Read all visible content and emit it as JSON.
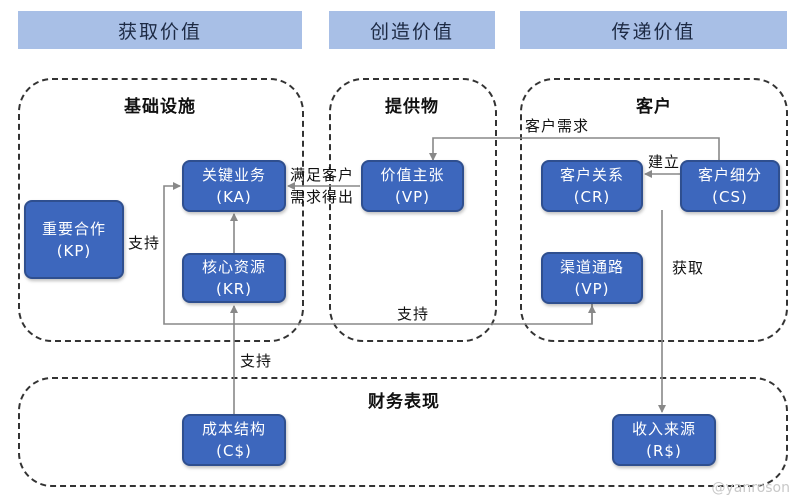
{
  "headers": {
    "get_value": "获取价值",
    "create_value": "创造价值",
    "deliver_value": "传递价值"
  },
  "regions": {
    "infrastructure": "基础设施",
    "offering": "提供物",
    "customer": "客户",
    "finance": "财务表现"
  },
  "boxes": {
    "ka": {
      "name": "关键业务",
      "code": "(KA)"
    },
    "kp": {
      "name": "重要合作",
      "code": "(KP)"
    },
    "kr": {
      "name": "核心资源",
      "code": "(KR)"
    },
    "vp": {
      "name": "价值主张",
      "code": "(VP)"
    },
    "cr": {
      "name": "客户关系",
      "code": "(CR)"
    },
    "cs": {
      "name": "客户细分",
      "code": "(CS)"
    },
    "ch": {
      "name": "渠道通路",
      "code": "(VP)"
    },
    "cost": {
      "name": "成本结构",
      "code": "(C$)"
    },
    "rev": {
      "name": "收入来源",
      "code": "(R$)"
    }
  },
  "labels": {
    "customer_needs": "客户需求",
    "establish": "建立",
    "satisfy_line1": "满足客户",
    "satisfy_line2": "需求得出",
    "support_kp": "支持",
    "support_bottom": "支持",
    "support_cost": "支持",
    "obtain": "获取"
  },
  "watermark": "@yanroson",
  "colors": {
    "header_bg": "#a8bfe6",
    "box_fill": "#3d67bd",
    "line": "#888888"
  }
}
